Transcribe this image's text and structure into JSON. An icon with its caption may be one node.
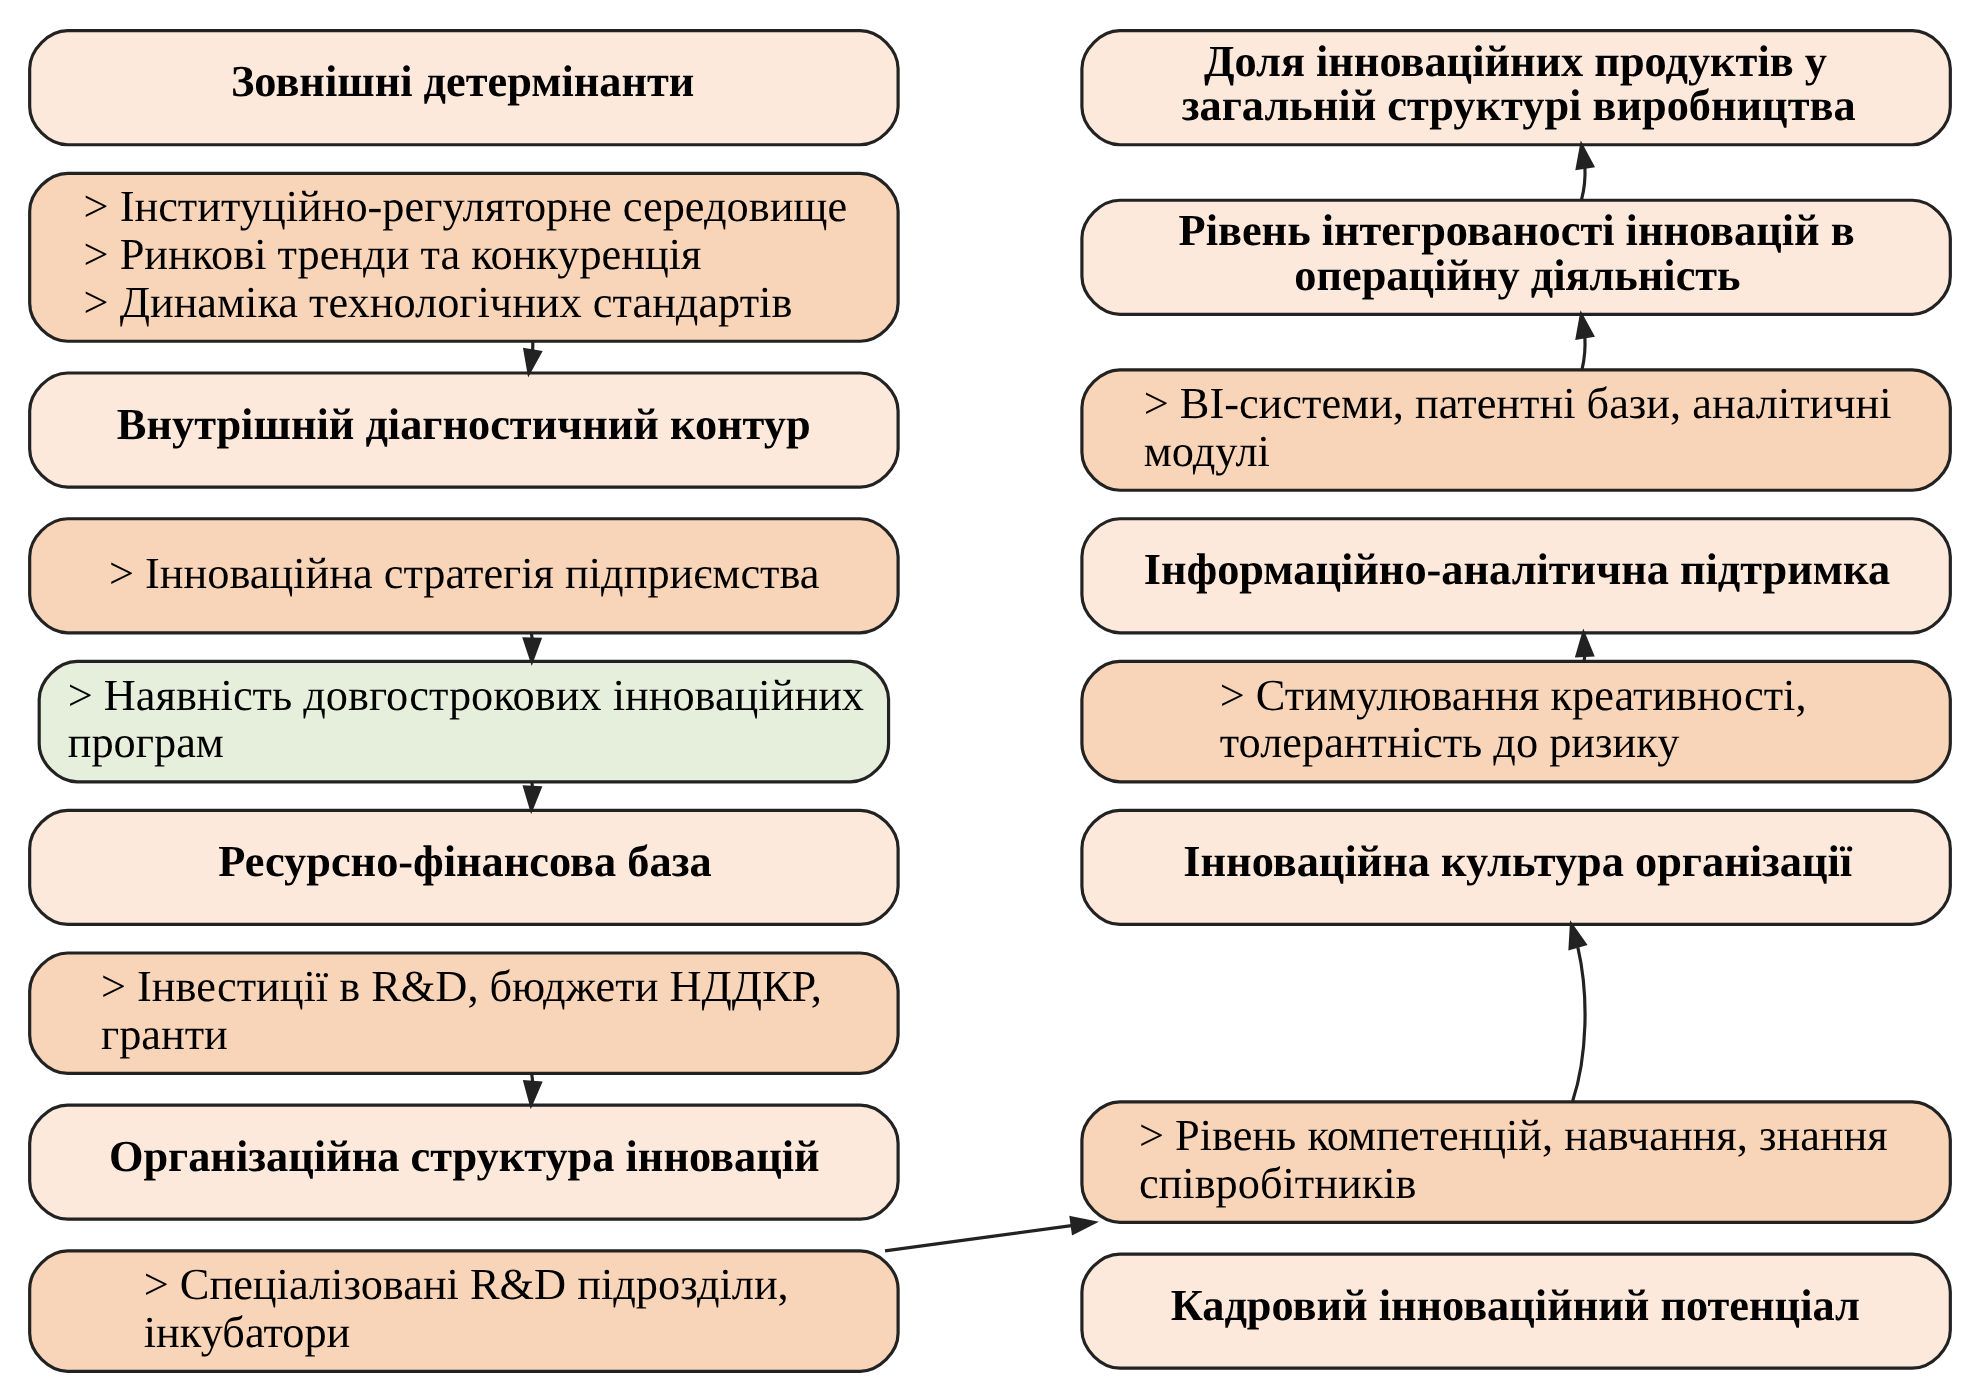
{
  "diagram": {
    "nodes": [
      {
        "text": [
          "Зовнішні детермінанти"
        ]
      },
      {
        "text": [
          "> Інституційно-регуляторне середовище",
          "> Ринкові тренди та конкуренція",
          "> Динаміка технологічних стандартів"
        ]
      },
      {
        "text": [
          "Внутрішній діагностичний контур"
        ]
      },
      {
        "text": [
          "> Інноваційна стратегія підприємства"
        ]
      },
      {
        "text": [
          "> Наявність довгострокових інноваційних програм"
        ]
      },
      {
        "text": [
          "Ресурсно-фінансова база"
        ]
      },
      {
        "text": [
          "> Інвестиції в R&D, бюджети НДДКР, гранти"
        ]
      },
      {
        "text": [
          "Організаційна структура інновацій"
        ]
      },
      {
        "text": [
          "> Спеціалізовані R&D підрозділи, інкубатори"
        ]
      },
      {
        "text": [
          "> Рівень компетенцій, навчання, знання співробітників"
        ]
      },
      {
        "text": [
          "Кадровий інноваційний потенціал"
        ]
      },
      {
        "text": [
          "> Стимулювання креативності, толерантність до ризику"
        ]
      },
      {
        "text": [
          "Інноваційна культура організації"
        ]
      },
      {
        "text": [
          "> BI-системи, патентні бази, аналітичні модулі"
        ]
      },
      {
        "text": [
          "Інформаційно-аналітична підтримка"
        ]
      },
      {
        "text": [
          "Рівень інтегрованості інновацій в операційну діяльність"
        ]
      },
      {
        "text": [
          "Доля інноваційних продуктів у загальній структурі виробництва"
        ]
      }
    ],
    "edges": [
      {
        "from": 1,
        "to": 2,
        "arrow": "to"
      },
      {
        "from": 3,
        "to": 4,
        "arrow": "to"
      },
      {
        "from": 4,
        "to": 5,
        "arrow": "to"
      },
      {
        "from": 6,
        "to": 7,
        "arrow": "to"
      },
      {
        "from": 8,
        "to": 9,
        "arrow": "to"
      },
      {
        "from": 9,
        "to": 12,
        "arrow": "to"
      },
      {
        "from": 11,
        "to": 14,
        "arrow": "to"
      },
      {
        "from": 13,
        "to": 15,
        "arrow": "to"
      },
      {
        "from": 15,
        "to": 16,
        "arrow": "to"
      }
    ]
  }
}
